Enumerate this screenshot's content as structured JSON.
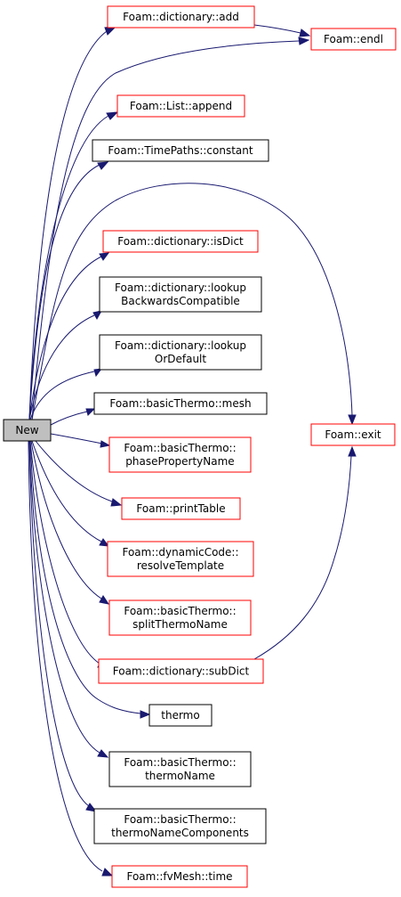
{
  "colors": {
    "edge": "#191970",
    "root_fill": "#bfbfbf",
    "root_border": "#000000",
    "node_fill": "#ffffff",
    "border_black": "#000000",
    "border_red": "#ff0000"
  },
  "nodes": {
    "new": {
      "lines": [
        "New"
      ],
      "style": "root"
    },
    "dictionary_add": {
      "lines": [
        "Foam::dictionary::add"
      ],
      "style": "red"
    },
    "endl": {
      "lines": [
        "Foam::endl"
      ],
      "style": "red"
    },
    "list_append": {
      "lines": [
        "Foam::List::append"
      ],
      "style": "red"
    },
    "timepaths_constant": {
      "lines": [
        "Foam::TimePaths::constant"
      ],
      "style": "black"
    },
    "dictionary_isdict": {
      "lines": [
        "Foam::dictionary::isDict"
      ],
      "style": "red"
    },
    "dictionary_lookup_backwards": {
      "lines": [
        "Foam::dictionary::lookup",
        "BackwardsCompatible"
      ],
      "style": "black"
    },
    "dictionary_lookup_ordefault": {
      "lines": [
        "Foam::dictionary::lookup",
        "OrDefault"
      ],
      "style": "black"
    },
    "basicthermo_mesh": {
      "lines": [
        "Foam::basicThermo::mesh"
      ],
      "style": "black"
    },
    "exit": {
      "lines": [
        "Foam::exit"
      ],
      "style": "red"
    },
    "basicthermo_phasepropertyname": {
      "lines": [
        "Foam::basicThermo::",
        "phasePropertyName"
      ],
      "style": "red"
    },
    "printtable": {
      "lines": [
        "Foam::printTable"
      ],
      "style": "red"
    },
    "dynamiccode_resolvetemplate": {
      "lines": [
        "Foam::dynamicCode::",
        "resolveTemplate"
      ],
      "style": "red"
    },
    "basicthermo_splitthermoname": {
      "lines": [
        "Foam::basicThermo::",
        "splitThermoName"
      ],
      "style": "red"
    },
    "dictionary_subdict": {
      "lines": [
        "Foam::dictionary::subDict"
      ],
      "style": "red"
    },
    "thermo": {
      "lines": [
        "thermo"
      ],
      "style": "black"
    },
    "basicthermo_thermoname": {
      "lines": [
        "Foam::basicThermo::",
        "thermoName"
      ],
      "style": "black"
    },
    "basicthermo_thermonamecomponents": {
      "lines": [
        "Foam::basicThermo::",
        "thermoNameComponents"
      ],
      "style": "black"
    },
    "fvmesh_time": {
      "lines": [
        "Foam::fvMesh::time"
      ],
      "style": "red"
    }
  },
  "edges": [
    [
      "new",
      "dictionary_add"
    ],
    [
      "new",
      "endl"
    ],
    [
      "dictionary_add",
      "endl"
    ],
    [
      "new",
      "list_append"
    ],
    [
      "new",
      "timepaths_constant"
    ],
    [
      "new",
      "exit"
    ],
    [
      "new",
      "dictionary_isdict"
    ],
    [
      "new",
      "dictionary_lookup_backwards"
    ],
    [
      "new",
      "dictionary_lookup_ordefault"
    ],
    [
      "new",
      "basicthermo_mesh"
    ],
    [
      "new",
      "basicthermo_phasepropertyname"
    ],
    [
      "new",
      "printtable"
    ],
    [
      "new",
      "dynamiccode_resolvetemplate"
    ],
    [
      "new",
      "basicthermo_splitthermoname"
    ],
    [
      "new",
      "dictionary_subdict"
    ],
    [
      "dictionary_subdict",
      "exit"
    ],
    [
      "new",
      "thermo"
    ],
    [
      "new",
      "basicthermo_thermoname"
    ],
    [
      "new",
      "basicthermo_thermonamecomponents"
    ],
    [
      "new",
      "fvmesh_time"
    ]
  ]
}
